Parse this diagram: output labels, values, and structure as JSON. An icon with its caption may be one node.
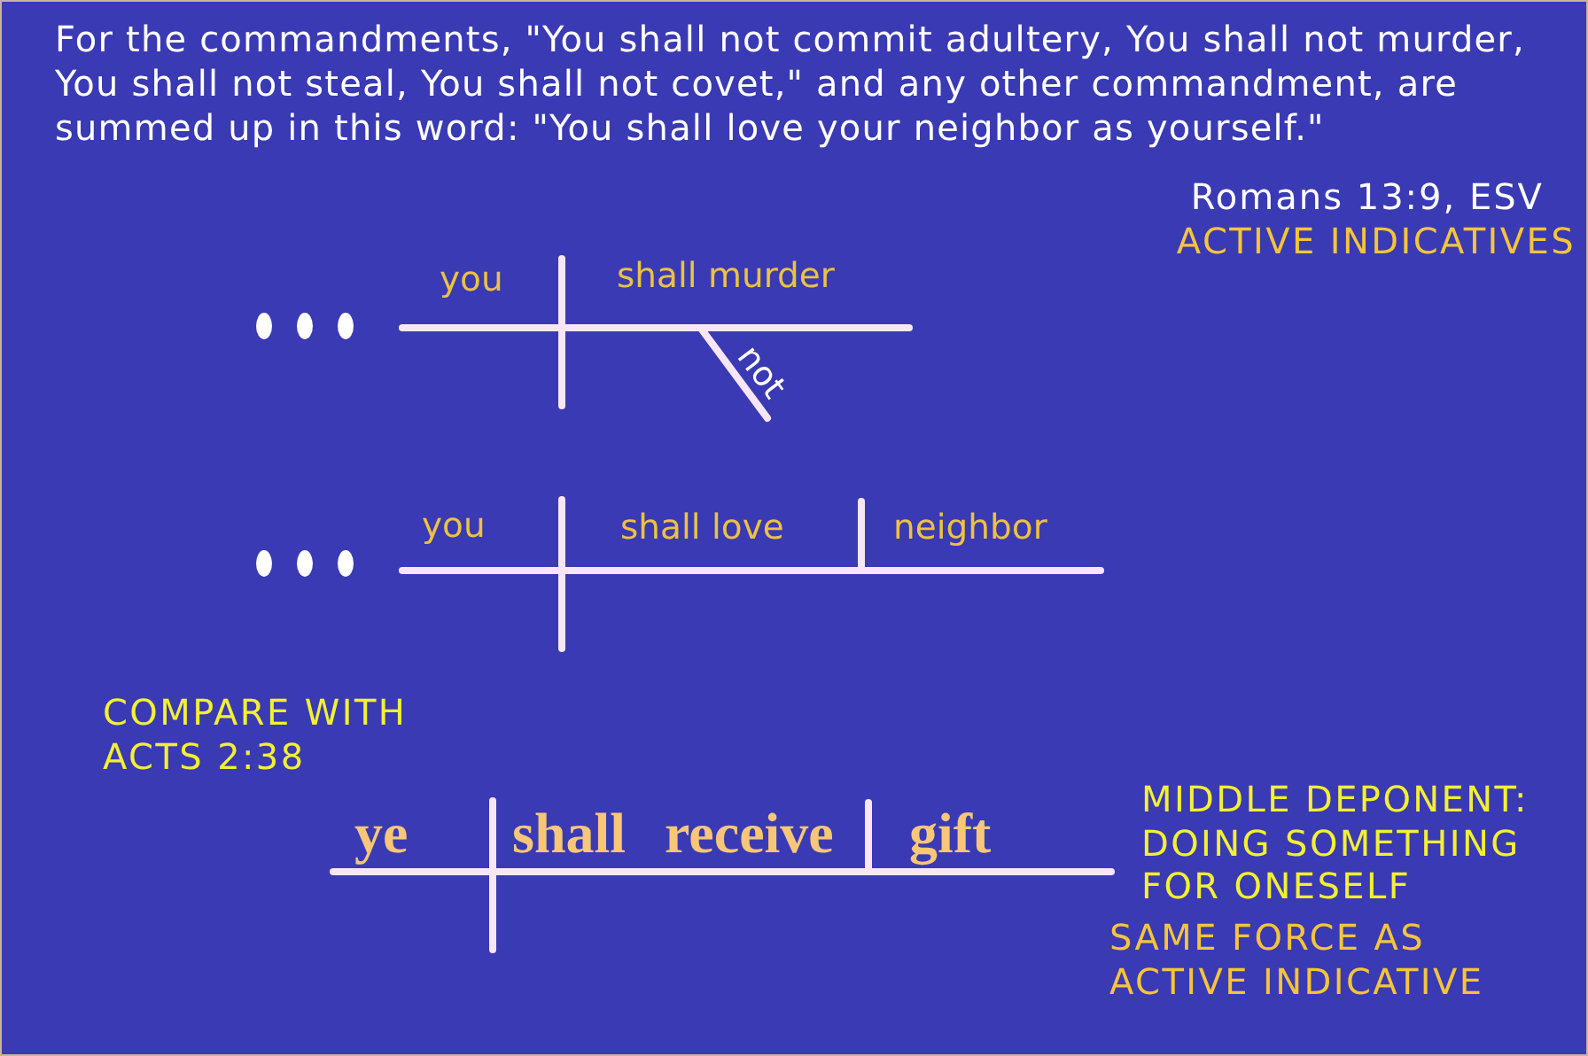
{
  "diagram": {
    "labels": [
      "For the commandments, \"You shall not commit adultery, You shall not murder, You shall not steal, You shall not covet,\" and any other commandment, are summed up in this word: \"You shall love your neighbor as yourself.\"",
      "Romans 13:9, ESV",
      "ACTIVE INDICATIVES",
      "you",
      "shall murder",
      "not",
      "you",
      "shall love",
      "neighbor",
      "COMPARE WITH ACTS 2:38",
      "ye",
      "shall receive",
      "gift",
      "MIDDLE DEPONENT: DOING SOMETHING FOR ONESELF",
      "SAME FORCE AS ACTIVE INDICATIVE"
    ]
  }
}
